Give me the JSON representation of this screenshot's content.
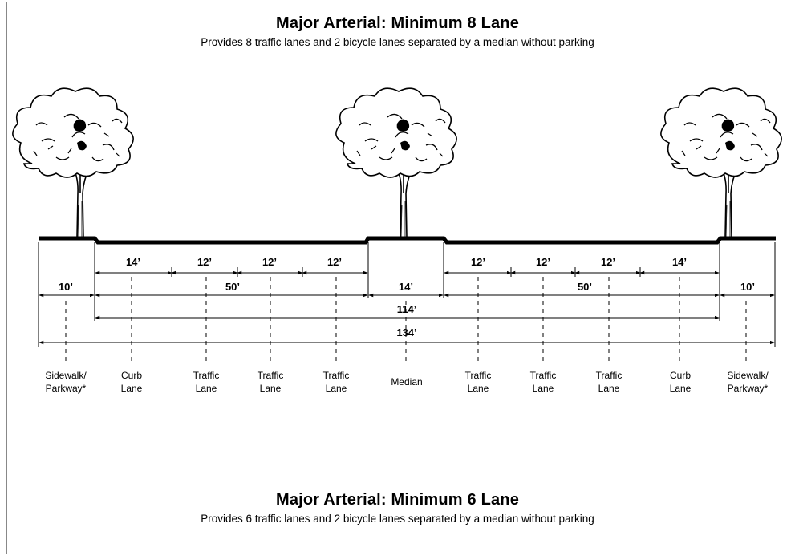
{
  "sections": [
    {
      "title": "Major Arterial:  Minimum 8 Lane",
      "subtitle": "Provides 8 traffic lanes and 2 bicycle lanes separated by a median without parking"
    },
    {
      "title": "Major Arterial:  Minimum 6 Lane",
      "subtitle": "Provides 6 traffic lanes and 2 bicycle lanes separated by a median without parking"
    }
  ],
  "lane_widths": {
    "left_curb": "14’",
    "left_traffic_1": "12’",
    "left_traffic_2": "12’",
    "left_traffic_3": "12’",
    "right_traffic_1": "12’",
    "right_traffic_2": "12’",
    "right_traffic_3": "12’",
    "right_curb": "14’"
  },
  "dimensions": {
    "left_sidewalk": "10’",
    "left_roadway": "50’",
    "median": "14’",
    "right_roadway": "50’",
    "right_sidewalk": "10’",
    "curb_to_curb": "114’",
    "right_of_way": "134’"
  },
  "labels": {
    "sidewalk_left": [
      "Sidewalk/",
      "Parkway*"
    ],
    "curb_left": [
      "Curb",
      "Lane"
    ],
    "traffic_1": [
      "Traffic",
      "Lane"
    ],
    "traffic_2": [
      "Traffic",
      "Lane"
    ],
    "traffic_3": [
      "Traffic",
      "Lane"
    ],
    "median": [
      "Median"
    ],
    "traffic_4": [
      "Traffic",
      "Lane"
    ],
    "traffic_5": [
      "Traffic",
      "Lane"
    ],
    "traffic_6": [
      "Traffic",
      "Lane"
    ],
    "curb_right": [
      "Curb",
      "Lane"
    ],
    "sidewalk_right": [
      "Sidewalk/",
      "Parkway*"
    ]
  },
  "icons": [
    "tree-icon",
    "tree-icon",
    "tree-icon"
  ]
}
